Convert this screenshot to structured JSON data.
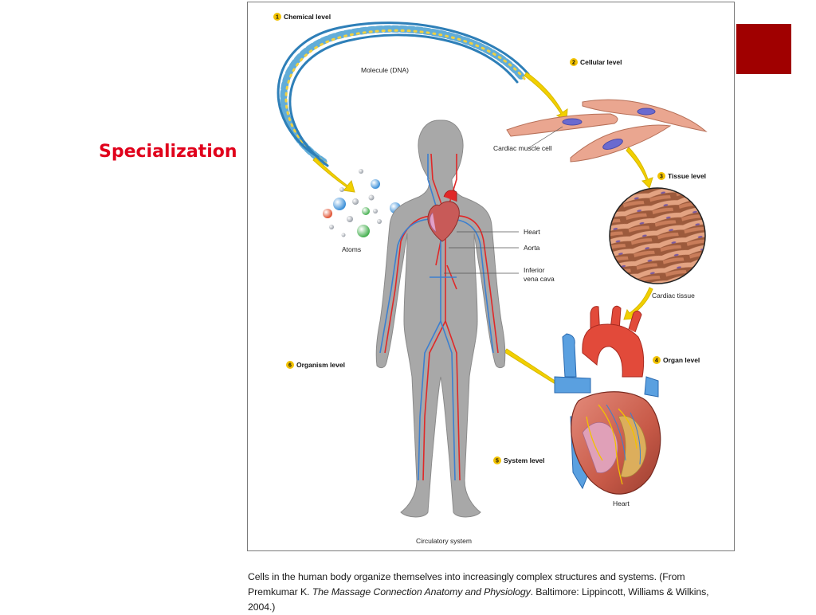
{
  "slide": {
    "title": "Specialization"
  },
  "colors": {
    "title": "#e0001b",
    "accent": "#a00000",
    "arrow": "#f2d000",
    "artery": "#e02828",
    "vein": "#3b7fd0",
    "muscle": "#e5a08a",
    "body": "#a8a8a8"
  },
  "figure": {
    "levels": [
      {
        "number": "1",
        "label": "Chemical level"
      },
      {
        "number": "2",
        "label": "Cellular level"
      },
      {
        "number": "3",
        "label": "Tissue level"
      },
      {
        "number": "4",
        "label": "Organ level"
      },
      {
        "number": "5",
        "label": "System level"
      },
      {
        "number": "6",
        "label": "Organism level"
      }
    ],
    "labels": {
      "molecule": "Molecule (DNA)",
      "atoms": "Atoms",
      "cardiac_muscle_cell": "Cardiac muscle cell",
      "cardiac_tissue": "Cardiac tissue",
      "heart_organ": "Heart",
      "circulatory_system": "Circulatory system",
      "body_heart": "Heart",
      "aorta": "Aorta",
      "vena_cava_line1": "Inferior",
      "vena_cava_line2": "vena cava"
    }
  },
  "caption": {
    "text": "Cells in the human body organize themselves into increasingly complex structures and systems. (From Premkumar K. ",
    "book_title": "The Massage Connection Anatomy and Physiology",
    "publisher": ". Baltimore: Lippincott, Williams & Wilkins, 2004.)"
  }
}
